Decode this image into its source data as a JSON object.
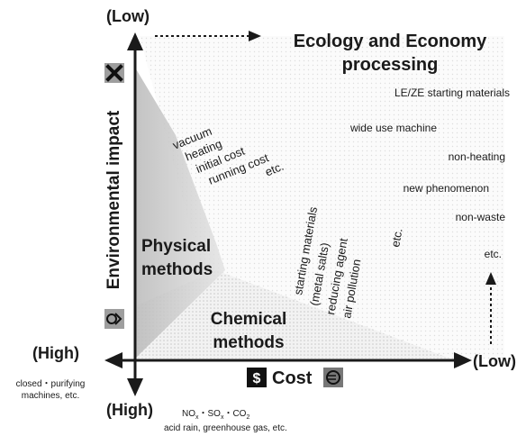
{
  "axes": {
    "y_top_label": "(Low)",
    "y_bottom_label": "(High)",
    "x_left_label": "(High)",
    "x_right_label": "(Low)",
    "y_title": "Environmental impact",
    "x_title": "Cost"
  },
  "icons": {
    "x_mark": "x-mark-icon",
    "recycle": "recycle-icon",
    "dollar": "dollar-icon",
    "euro": "euro-icon"
  },
  "regions": {
    "ecology": {
      "title_line1": "Ecology and Economy",
      "title_line2": "processing"
    },
    "physical": {
      "title_line1": "Physical",
      "title_line2": "methods"
    },
    "chemical": {
      "title_line1": "Chemical",
      "title_line2": "methods"
    }
  },
  "ecology_items": [
    "LE/ZE starting materials",
    "wide use machine",
    "non-heating",
    "new phenomenon",
    "non-waste",
    "etc."
  ],
  "physical_items": [
    "vacuum",
    "heating",
    "initial cost",
    "running cost",
    "etc."
  ],
  "chemical_items": [
    "starting materials",
    "(metal salts)",
    "reducing agent",
    "air pollution",
    "etc."
  ],
  "left_note": {
    "line1": "closed・purifying",
    "line2": "machines, etc."
  },
  "bottom_note": {
    "no": "NO",
    "no_sub": "x",
    "sep1": "・",
    "so": "SO",
    "so_sub": "x",
    "sep2": "・",
    "co": "CO",
    "co_sub": "2",
    "line2": "acid rain, greenhouse gas, etc."
  },
  "colors": {
    "ink": "#1a1a1a",
    "shade_light": "#ececec",
    "shade_mid": "#d6d6d6",
    "shade_dark": "#bdbdbd"
  }
}
